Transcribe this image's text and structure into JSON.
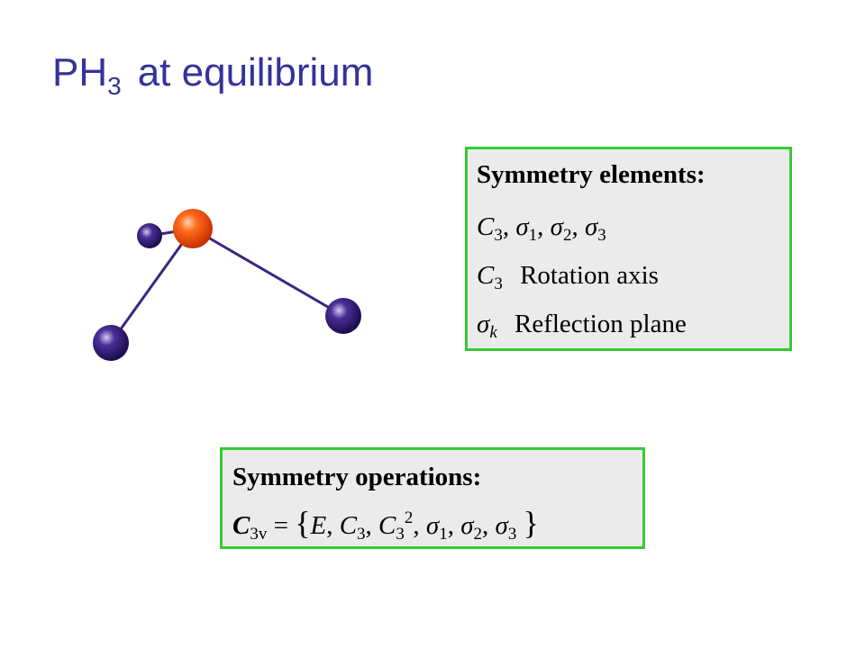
{
  "title": {
    "formula": "PH",
    "subscript": "3",
    "text": "at equilibrium"
  },
  "molecule": {
    "central_atom_color": "#ff5a10",
    "outer_atom_color": "#3a2580",
    "bond_color": "#3a2580"
  },
  "elements_box": {
    "heading": "Symmetry elements:",
    "line1": {
      "c": "C",
      "c_sub": "3",
      "sigma": "σ",
      "s1": "1",
      "s2": "2",
      "s3": "3"
    },
    "line2": {
      "c": "C",
      "c_sub": "3",
      "text": "Rotation axis"
    },
    "line3": {
      "sigma": "σ",
      "sigma_sub": "k",
      "text": "Reflection plane"
    }
  },
  "operations_box": {
    "heading": "Symmetry operations:",
    "group": "C",
    "group_sub": "3v",
    "equals": "=",
    "open_brace": "{",
    "close_brace": "}",
    "e": "E",
    "c": "C",
    "c_sub": "3",
    "c2_sub": "3",
    "c2_sup": "2",
    "sigma": "σ",
    "s1": "1",
    "s2": "2",
    "s3": "3"
  },
  "colors": {
    "title": "#33339a",
    "box_border": "#33cc33",
    "box_fill": "#ebebeb"
  }
}
